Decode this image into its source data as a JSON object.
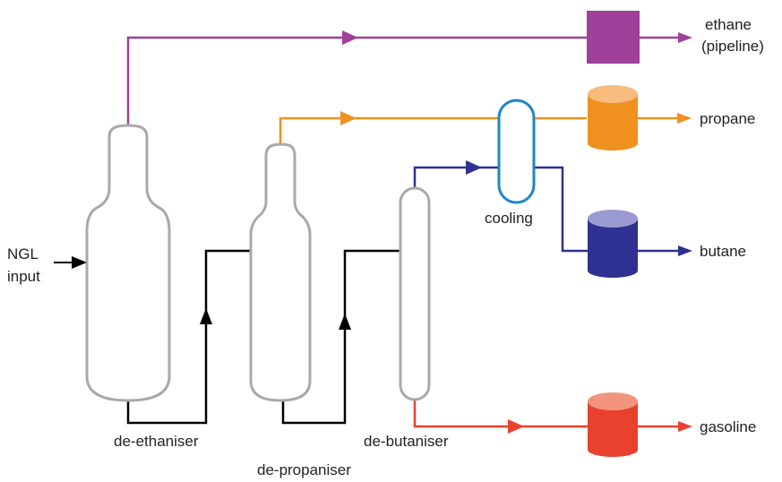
{
  "labels": {
    "input_line1": "NGL",
    "input_line2": "input",
    "de_ethaniser": "de-ethaniser",
    "de_propaniser": "de-propaniser",
    "de_butaniser": "de-butaniser",
    "cooling": "cooling",
    "ethane_line1": "ethane",
    "ethane_line2": "(pipeline)",
    "propane": "propane",
    "butane": "butane",
    "gasoline": "gasoline"
  },
  "colors": {
    "ethane": "#a0409a",
    "propane": "#f0901e",
    "butane": "#2e3192",
    "gasoline": "#e8412e",
    "column_outline": "#a8a9ad",
    "cooler_outline": "#1e86c8",
    "link": "#000000"
  }
}
